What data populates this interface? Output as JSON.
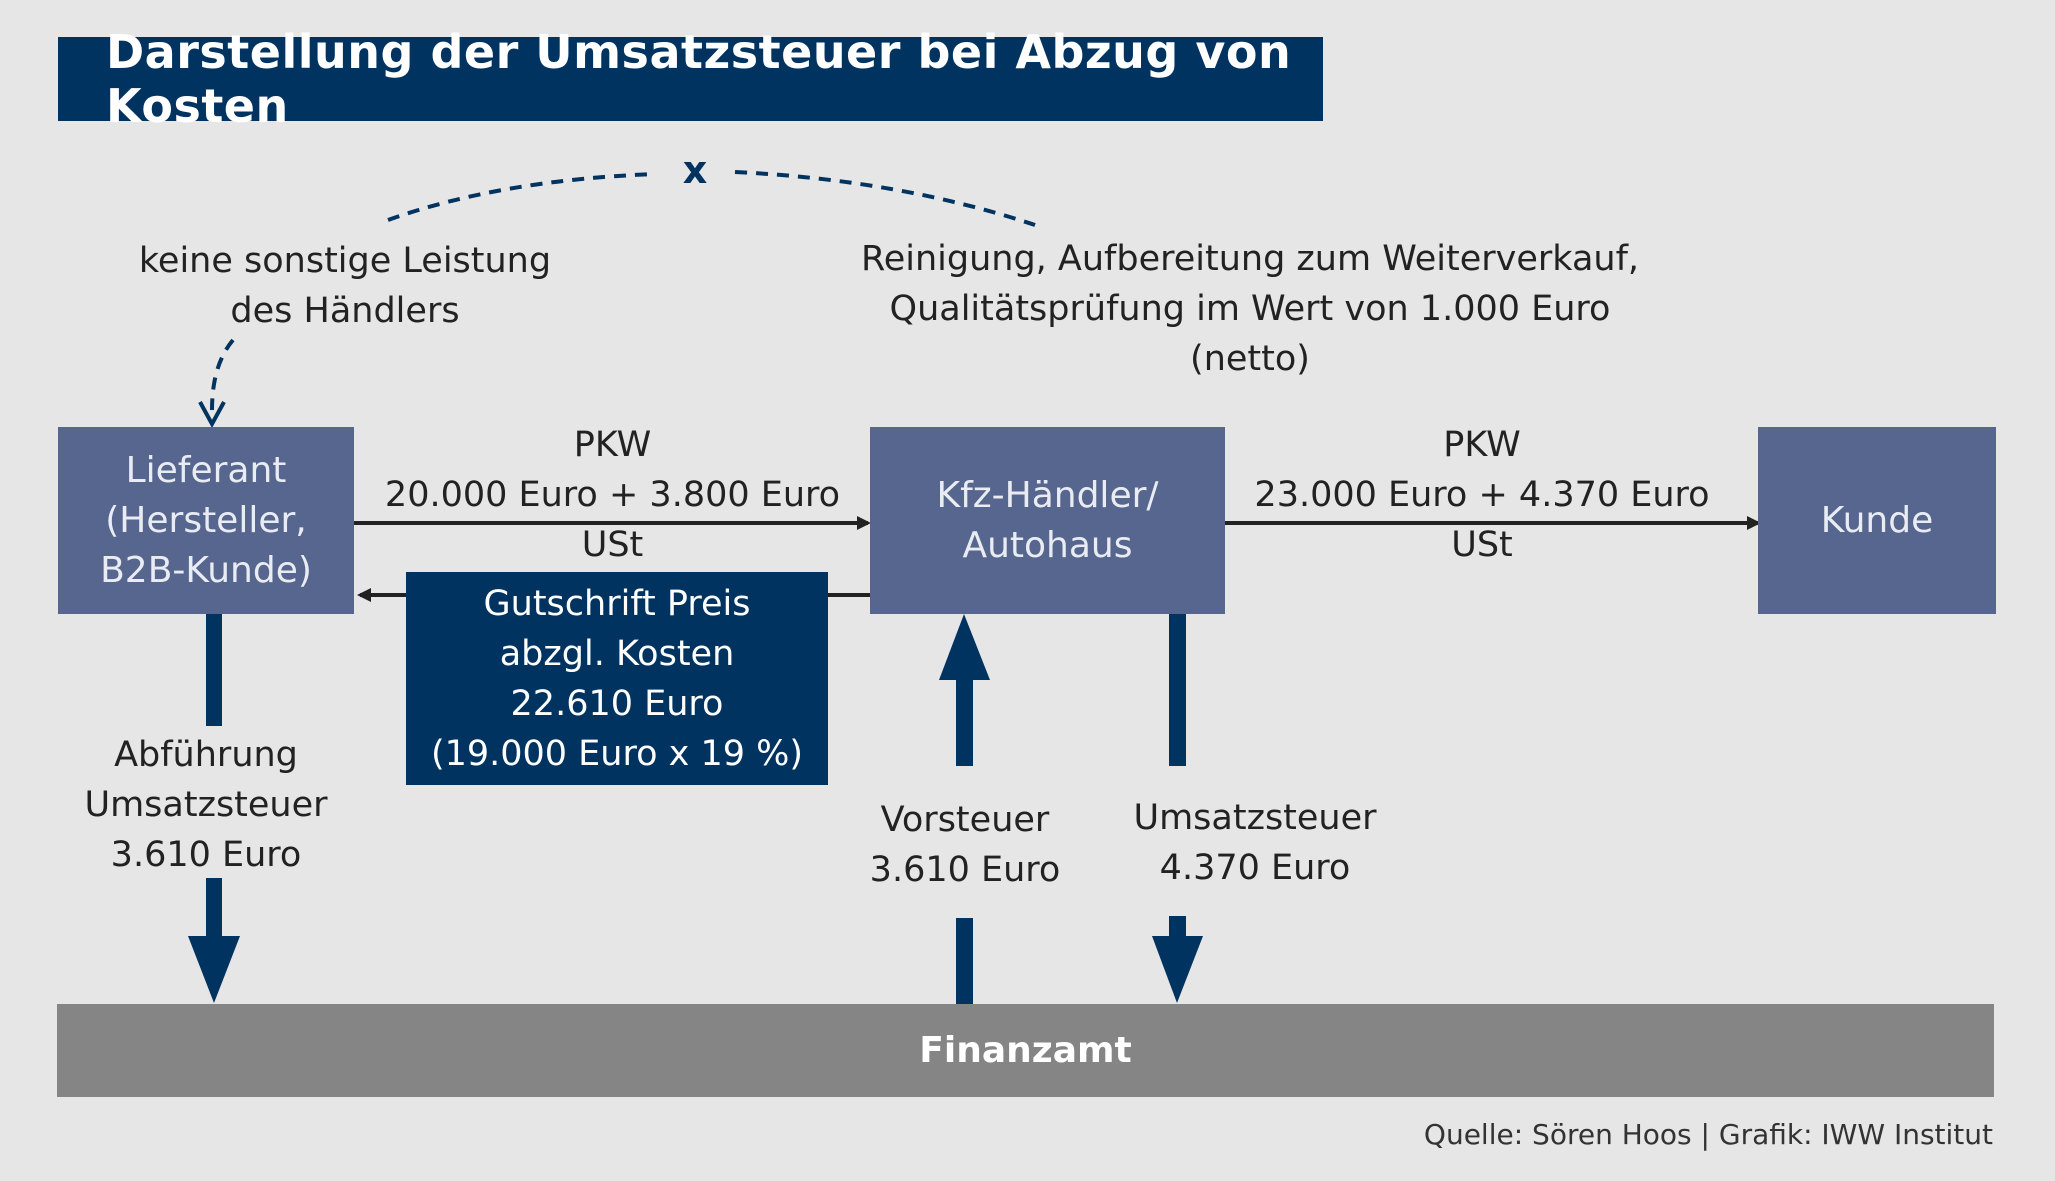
{
  "title": "Darstellung der Umsatzsteuer bei Abzug von Kosten",
  "cross_mark": "x",
  "left_note": {
    "line1": "keine sonstige Leistung",
    "line2": "des Händlers"
  },
  "right_note": {
    "line1": "Reinigung, Aufbereitung zum Weiterverkauf,",
    "line2": "Qualitätsprüfung im Wert von 1.000 Euro",
    "line3": "(netto)"
  },
  "nodes": {
    "lieferant": {
      "line1": "Lieferant",
      "line2": "(Hersteller,",
      "line3": "B2B-Kunde)"
    },
    "haendler": {
      "line1": "Kfz-Händler/",
      "line2": "Autohaus"
    },
    "kunde": {
      "label": "Kunde"
    },
    "finanzamt": {
      "label": "Finanzamt"
    }
  },
  "flows": {
    "pkw1": {
      "title": "PKW",
      "amount": "20.000 Euro + 3.800 Euro USt"
    },
    "pkw2": {
      "title": "PKW",
      "amount": "23.000 Euro + 4.370 Euro USt"
    },
    "gutschrift": {
      "line1": "Gutschrift Preis",
      "line2": "abzgl. Kosten",
      "line3": "22.610 Euro",
      "line4": "(19.000 Euro x 19 %)"
    },
    "abfuehrung": {
      "line1": "Abführung",
      "line2": "Umsatzsteuer",
      "line3": "3.610 Euro"
    },
    "vorsteuer": {
      "line1": "Vorsteuer",
      "line2": "3.610 Euro"
    },
    "umsatzsteuer": {
      "line1": "Umsatzsteuer",
      "line2": "4.370 Euro"
    }
  },
  "source": "Quelle: Sören Hoos | Grafik: IWW Institut",
  "colors": {
    "navy": "#003360",
    "box_blue": "#56668f",
    "background": "#e6e6e6",
    "finanzamt_gray": "#858585"
  }
}
